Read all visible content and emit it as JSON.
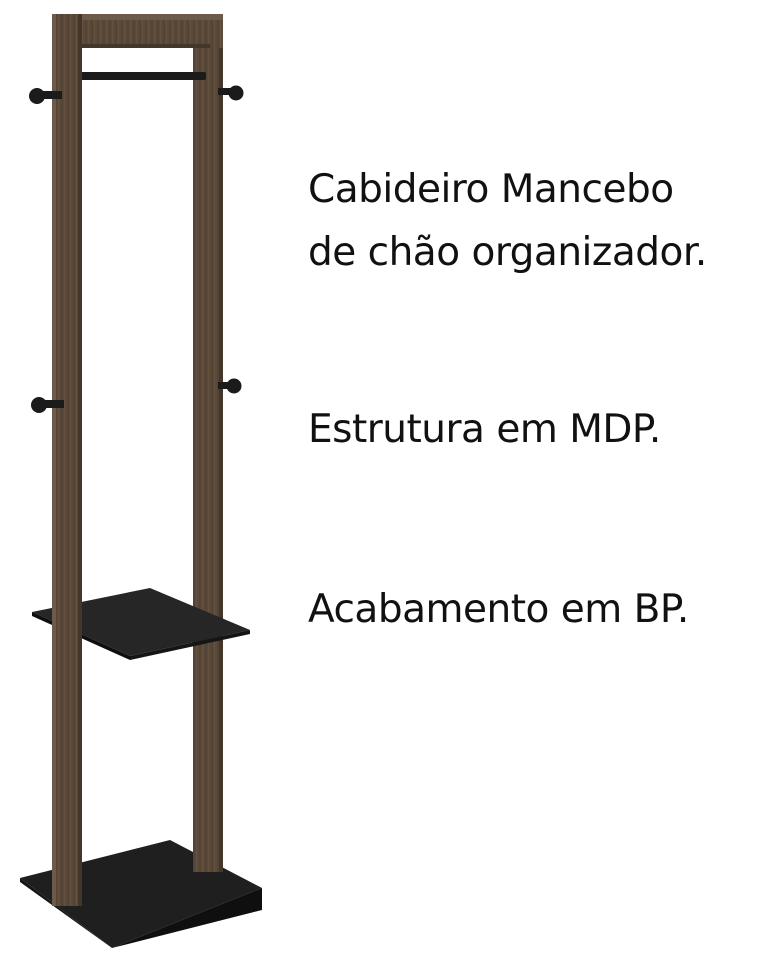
{
  "product_image": {
    "subject": "coat-rack-icon",
    "colors": {
      "wood": "#5b4a3b",
      "wood_dark": "#43362b",
      "wood_light": "#6d5a48",
      "black": "#1b1b1b",
      "black_top": "#262626",
      "black_side": "#0f0f0f",
      "background": "#ffffff",
      "text": "#111111"
    }
  },
  "caption": {
    "title_line1": "Cabideiro Mancebo",
    "title_line2": "de chão organizador.",
    "structure": "Estrutura em MDP.",
    "finish": "Acabamento em BP."
  }
}
